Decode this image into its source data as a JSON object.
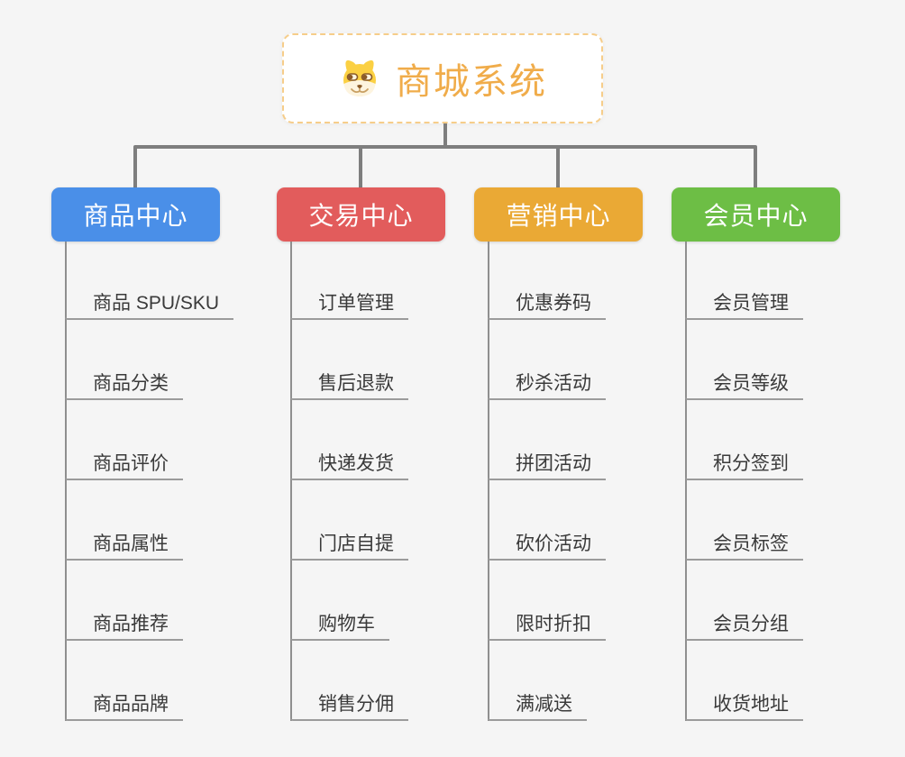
{
  "root": {
    "label": "商城系统",
    "icon": "dog-face-icon"
  },
  "branches": [
    {
      "label": "商品中心",
      "color": "#4a8fe8",
      "children": [
        "商品 SPU/SKU",
        "商品分类",
        "商品评价",
        "商品属性",
        "商品推荐",
        "商品品牌"
      ]
    },
    {
      "label": "交易中心",
      "color": "#e25c5c",
      "children": [
        "订单管理",
        "售后退款",
        "快递发货",
        "门店自提",
        "购物车",
        "销售分佣"
      ]
    },
    {
      "label": "营销中心",
      "color": "#eaa935",
      "children": [
        "优惠券码",
        "秒杀活动",
        "拼团活动",
        "砍价活动",
        "限时折扣",
        "满减送"
      ]
    },
    {
      "label": "会员中心",
      "color": "#6dbe45",
      "children": [
        "会员管理",
        "会员等级",
        "积分签到",
        "会员标签",
        "会员分组",
        "收货地址"
      ]
    }
  ],
  "colors": {
    "background": "#f5f5f5",
    "connector": "#7e7e7e",
    "child_underline": "#9b9b9b",
    "root_text": "#f0ac4a",
    "root_border": "#f6cd8a",
    "child_text": "#3a3a3a"
  }
}
